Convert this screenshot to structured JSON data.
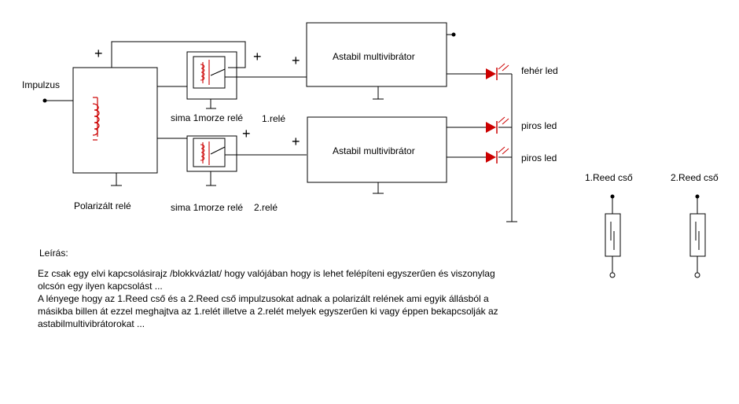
{
  "diagram": {
    "input_label": "Impulzus",
    "polarized_relay_label": "Polarizált relé",
    "relay1_label": "sima 1morze relé",
    "relay1_number": "1.relé",
    "relay2_label": "sima 1morze relé",
    "relay2_number": "2.relé",
    "multivibrator1_label": "Astabil multivibrátor",
    "multivibrator2_label": "Astabil multivibrátor",
    "plus_sign": "+",
    "led_white_label": "fehér led",
    "led_red1_label": "piros led",
    "led_red2_label": "piros led",
    "reed1_label": "1.Reed cső",
    "reed2_label": "2.Reed cső",
    "component_color": "#cc0000"
  },
  "description": {
    "title": "Leírás:",
    "lines": [
      "Ez csak egy elvi kapcsolásirajz /blokkvázlat/ hogy valójában hogy is lehet felépíteni egyszerűen és viszonylag",
      "olcsón egy ilyen kapcsolást ...",
      "A lényege hogy az 1.Reed cső és a 2.Reed cső impulzusokat adnak a polarizált relének ami egyik állásból a",
      "másikba billen át ezzel meghajtva az 1.relét illetve a 2.relét melyek egyszerűen ki vagy éppen bekapcsolják az",
      "astabilmultivibrátorokat ..."
    ]
  }
}
